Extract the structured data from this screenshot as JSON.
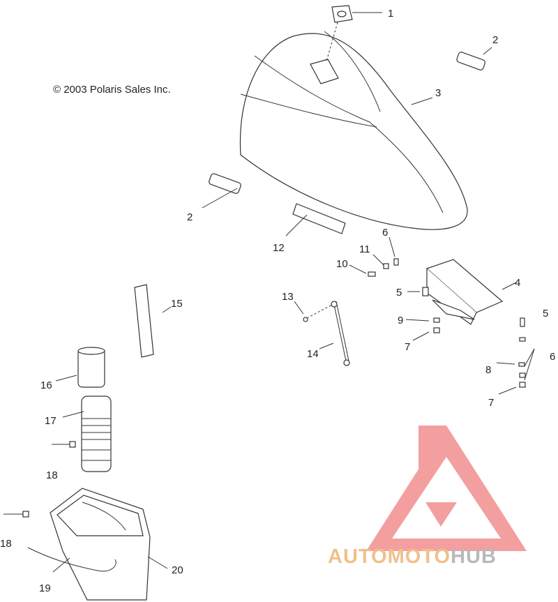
{
  "copyright": "© 2003 Polaris Sales Inc.",
  "callouts": [
    {
      "id": "c1",
      "label": "1"
    },
    {
      "id": "c2a",
      "label": "2"
    },
    {
      "id": "c2b",
      "label": "2"
    },
    {
      "id": "c3",
      "label": "3"
    },
    {
      "id": "c4",
      "label": "4"
    },
    {
      "id": "c5a",
      "label": "5"
    },
    {
      "id": "c5b",
      "label": "5"
    },
    {
      "id": "c6a",
      "label": "6"
    },
    {
      "id": "c6b",
      "label": "6"
    },
    {
      "id": "c7a",
      "label": "7"
    },
    {
      "id": "c7b",
      "label": "7"
    },
    {
      "id": "c8",
      "label": "8"
    },
    {
      "id": "c9",
      "label": "9"
    },
    {
      "id": "c10",
      "label": "10"
    },
    {
      "id": "c11",
      "label": "11"
    },
    {
      "id": "c12",
      "label": "12"
    },
    {
      "id": "c13",
      "label": "13"
    },
    {
      "id": "c14",
      "label": "14"
    },
    {
      "id": "c15",
      "label": "15"
    },
    {
      "id": "c16",
      "label": "16"
    },
    {
      "id": "c17",
      "label": "17"
    },
    {
      "id": "c18a",
      "label": "18"
    },
    {
      "id": "c18b",
      "label": "18"
    },
    {
      "id": "c19",
      "label": "19"
    },
    {
      "id": "c20",
      "label": "20"
    }
  ],
  "watermark": {
    "part1": "AUTOMOTO",
    "part2": "HUB"
  },
  "colors": {
    "logo": "#f08080",
    "watermark_accent": "#f0c08a",
    "watermark_grey": "#b9b9b9",
    "line": "#333333"
  }
}
